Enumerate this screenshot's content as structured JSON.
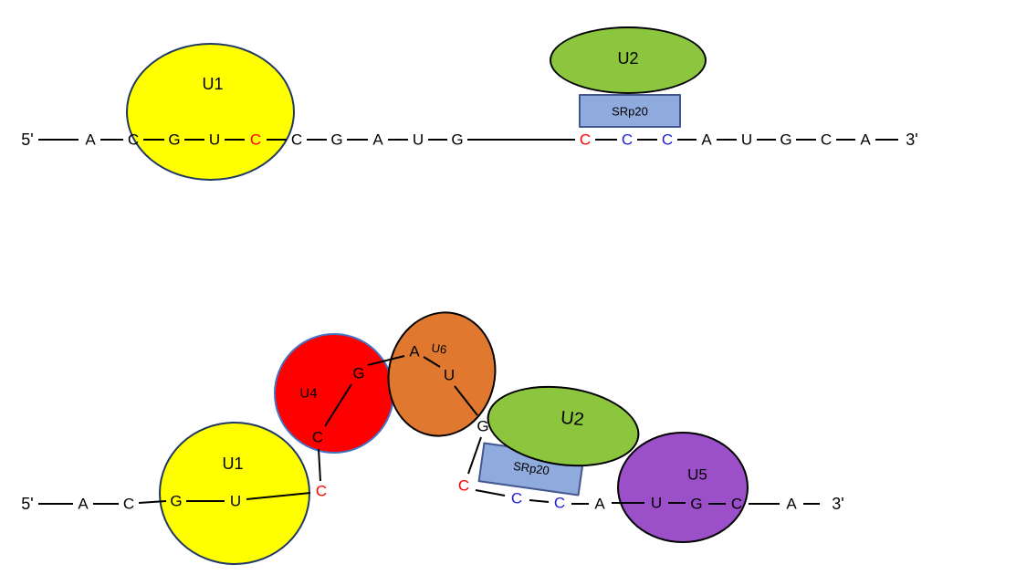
{
  "colors": {
    "u1_fill": "#FFFF00",
    "u1_border": "#1F3864",
    "u2_fill": "#8CC63E",
    "u2_border": "#000000",
    "u4_fill": "#FF0000",
    "u4_border": "#4472C4",
    "u5_fill": "#9B4FC8",
    "u5_border": "#000000",
    "u6_fill": "#E0792F",
    "u6_border": "#000000",
    "srp20_fill": "#8FAADC",
    "srp20_border": "#44568F",
    "letter_red": "#FF0000",
    "letter_blue": "#1F1FD8",
    "line": "#000000"
  },
  "top": {
    "five_prime": "5'",
    "three_prime": "3'",
    "u1_label": "U1",
    "u2_label": "U2",
    "srp20_label": "SRp20",
    "nucleotides": [
      "A",
      "C",
      "G",
      "U",
      "C",
      "C",
      "G",
      "A",
      "U",
      "G",
      "C",
      "C",
      "C",
      "A",
      "U",
      "G",
      "C",
      "A"
    ]
  },
  "bottom": {
    "five_prime": "5'",
    "three_prime": "3'",
    "u1_label": "U1",
    "u2_label": "U2",
    "u4_label": "U4",
    "u5_label": "U5",
    "u6_label": "U6",
    "srp20_label": "SRp20",
    "nucleotides": [
      "A",
      "C",
      "G",
      "U",
      "C",
      "C",
      "G",
      "A",
      "U",
      "G",
      "C",
      "C",
      "C",
      "A",
      "U",
      "G",
      "C",
      "A"
    ]
  }
}
